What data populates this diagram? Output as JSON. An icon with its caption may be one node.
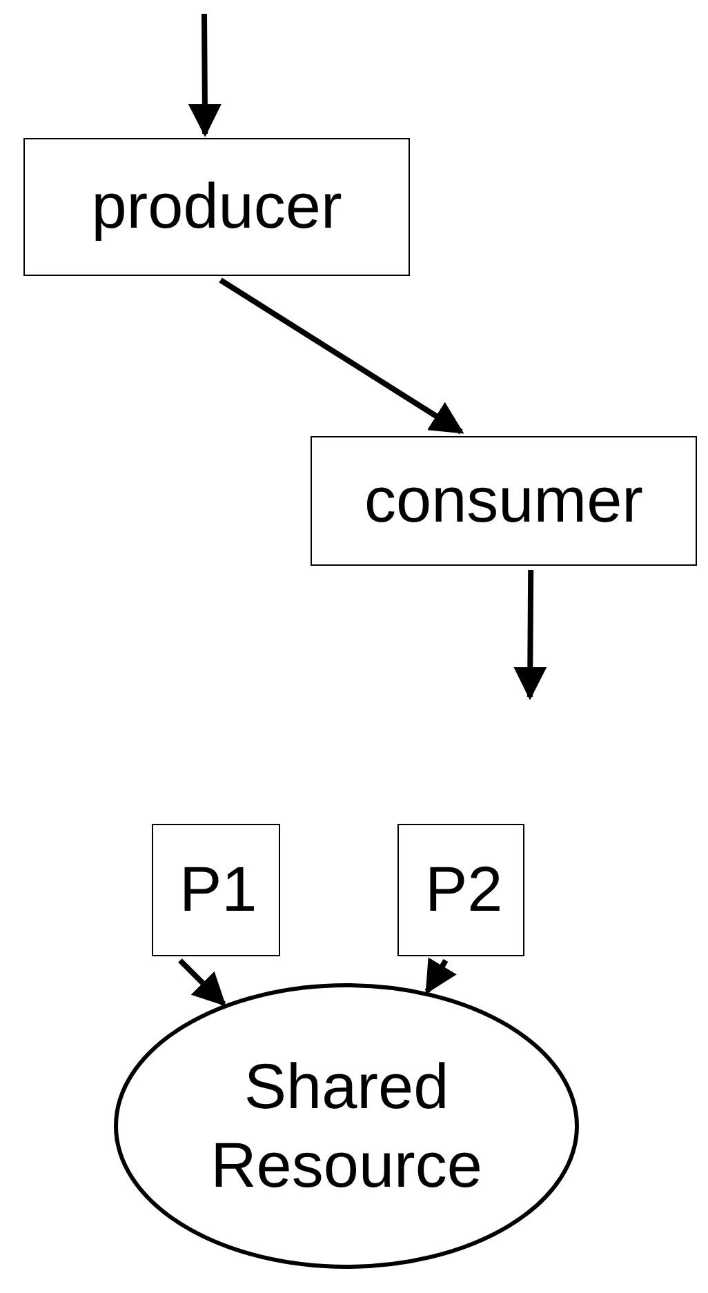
{
  "diagram": {
    "nodes": [
      {
        "text": [
          "producer"
        ]
      },
      {
        "text": [
          "consumer"
        ]
      },
      {
        "text": [
          "P1"
        ]
      },
      {
        "text": [
          "P2"
        ]
      },
      {
        "text": [
          "Shared Resource"
        ]
      }
    ],
    "edges": [
      {
        "from": null,
        "to": 0,
        "arrow": "to"
      },
      {
        "from": 0,
        "to": 1,
        "arrow": "to"
      },
      {
        "from": 1,
        "to": null,
        "arrow": "to"
      },
      {
        "from": 2,
        "to": 4,
        "arrow": "to"
      },
      {
        "from": 3,
        "to": 4,
        "arrow": "to"
      }
    ]
  }
}
